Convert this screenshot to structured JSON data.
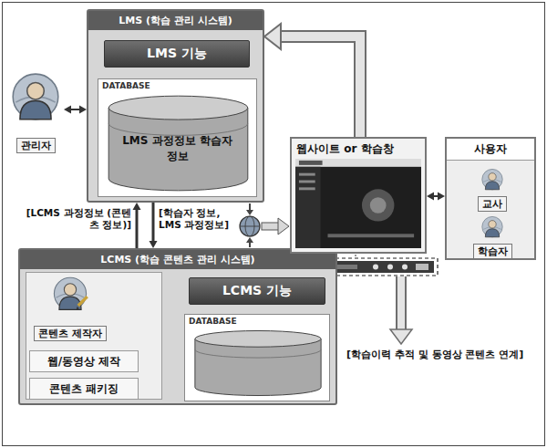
{
  "diagram": {
    "nodes": [
      {
        "text": [
          "LMS (학습 관리 시스템)"
        ]
      },
      {
        "text": [
          "LMS 기능"
        ],
        "in": 0
      },
      {
        "text": [
          "DATABASE",
          "LMS 과정정보 학습자 정보"
        ],
        "in": 0
      },
      {
        "text": [
          "관리자"
        ]
      },
      {
        "text": [
          "LCMS (학습 콘텐츠 관리 시스템)"
        ]
      },
      {
        "text": [
          "콘텐츠 제작자"
        ],
        "in": 4
      },
      {
        "text": [
          "웹/동영상 제작"
        ],
        "in": 4
      },
      {
        "text": [
          "콘텐츠 패키징"
        ],
        "in": 4
      },
      {
        "text": [
          "LCMS 기능"
        ],
        "in": 4
      },
      {
        "text": [
          "DATABASE"
        ],
        "in": 4
      },
      {
        "text": [
          "웹사이트 or 학습창"
        ]
      },
      {
        "text": [
          "사용자"
        ]
      },
      {
        "text": [
          "교사"
        ],
        "in": 11
      },
      {
        "text": [
          "학습자"
        ],
        "in": 11
      }
    ],
    "edges": [
      {
        "from": 3,
        "to": 0,
        "arrow": "both"
      },
      {
        "from": 4,
        "to": 0,
        "label": "[LCMS 과정정보 (콘텐츠 정보)]",
        "arrow": "to"
      },
      {
        "from": 0,
        "to": 4,
        "label": "[학습자 정보, LMS 과정정보]",
        "arrow": "to"
      },
      {
        "from": 5,
        "to": 8,
        "arrow": "to"
      },
      {
        "from": 10,
        "to": 0,
        "arrow": "to"
      },
      {
        "from": 10,
        "to": 11,
        "arrow": "both"
      }
    ],
    "labels": [
      "[학습이력 추적 및 동영상 콘텐츠 연계]"
    ]
  }
}
